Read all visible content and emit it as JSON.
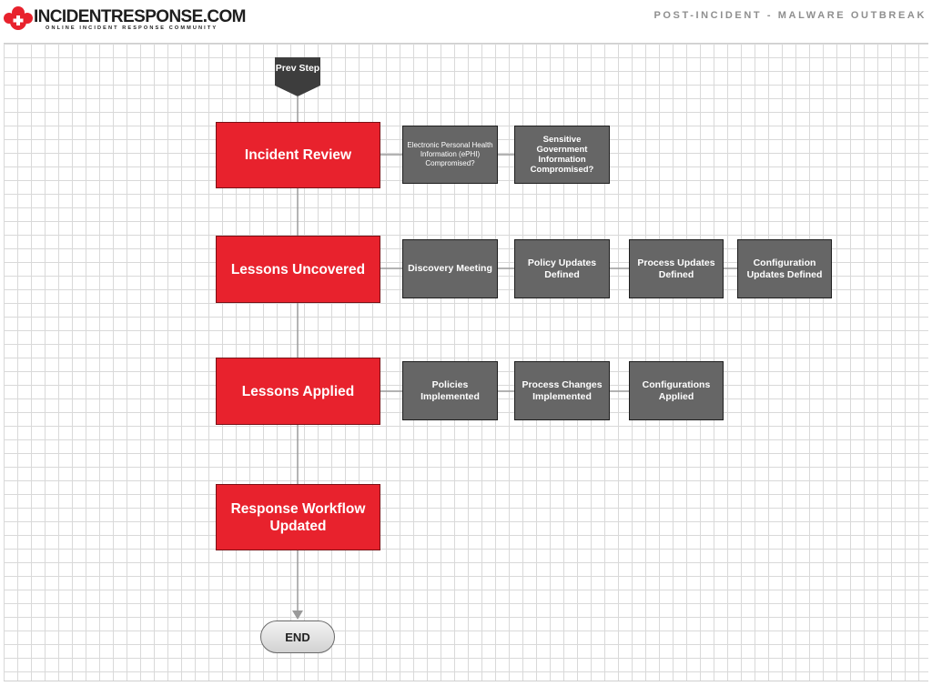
{
  "header": {
    "logo_name": "INCIDENTRESPONSE.COM",
    "logo_tagline": "ONLINE INCIDENT RESPONSE COMMUNITY",
    "page_title": "POST-INCIDENT - MALWARE OUTBREAK"
  },
  "flow": {
    "prev_step": "Prev Step",
    "end": "END",
    "stages": [
      {
        "label": "Incident Review",
        "items": [
          "Electronic Personal Health Information (ePHI) Compromised?",
          "Sensitive Government Information Compromised?"
        ]
      },
      {
        "label": "Lessons Uncovered",
        "items": [
          "Discovery Meeting",
          "Policy Updates Defined",
          "Process Updates Defined",
          "Configuration Updates Defined"
        ]
      },
      {
        "label": "Lessons Applied",
        "items": [
          "Policies Implemented",
          "Process Changes Implemented",
          "Configurations Applied"
        ]
      },
      {
        "label": "Response Workflow Updated",
        "items": []
      }
    ]
  },
  "colors": {
    "stage_fill": "#e8222d",
    "item_fill": "#666666",
    "connector": "#9a9a9a",
    "brand_red": "#e8222d"
  }
}
